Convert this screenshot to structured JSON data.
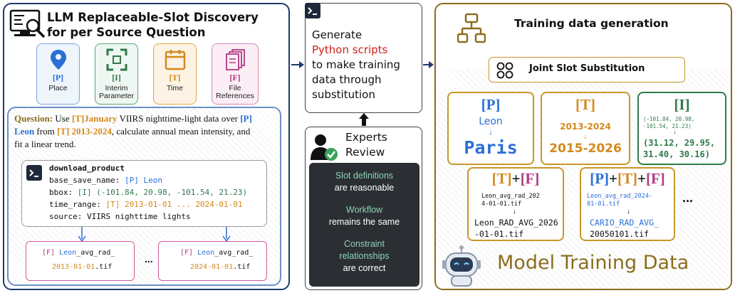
{
  "left": {
    "title_line1": "LLM Replaceable-Slot Discovery",
    "title_line2": "for per Source Question",
    "slots": [
      {
        "tag": "[P]",
        "label1": "Place",
        "label2": "",
        "color": "#2a6fd6",
        "border": "#7aa6d6",
        "bg": "#eef5fb",
        "icon": "location-pin-icon"
      },
      {
        "tag": "[I]",
        "label1": "Interim",
        "label2": "Parameter",
        "color": "#2f7a4a",
        "border": "#5aa37a",
        "bg": "#eef7f1",
        "icon": "focus-frame-icon"
      },
      {
        "tag": "[T]",
        "label1": "Time",
        "label2": "",
        "color": "#d4891c",
        "border": "#e6a84a",
        "bg": "#fdf3e4",
        "icon": "calendar-icon"
      },
      {
        "tag": "[F]",
        "label1": "File",
        "label2": "References",
        "color": "#b03a84",
        "border": "#d58ab8",
        "bg": "#fbeef5",
        "icon": "documents-icon"
      }
    ],
    "question": {
      "prefix": "Question:",
      "t1": " Use ",
      "tag_t": "[T]",
      "january": "January",
      "t2": " VIIRS nighttime-light data over ",
      "tag_p": "[P]",
      "leon": "Leon",
      "t3": " from ",
      "tag_t2": "[T]",
      "years": "2013-2024",
      "t4": ", calculate annual mean intensity, and",
      "line3": "fit a linear trend."
    },
    "code": {
      "func": "download_product",
      "l1_key": "base_save_name: ",
      "l1_tag": "[P]",
      "l1_val": "Leon",
      "l2_key": "bbox: ",
      "l2_tag": "[I]",
      "l2_val": "(-101.84, 20.98, -101.54, 21.23)",
      "l3_key": "time_range: ",
      "l3_tag": "[T]",
      "l3_val": "2013-01-01 ... 2024-01-01",
      "l4": "source: VIIRS nighttime lights"
    },
    "files": [
      {
        "tag": "[F]",
        "name": "Leon",
        "rest": "_avg_rad_",
        "date": "2013-01-01",
        "ext": ".tif"
      },
      {
        "tag": "[F]",
        "name": "Leon",
        "rest": "_avg_rad_",
        "date": "2024-01-01",
        "ext": ".tif"
      }
    ],
    "ellipsis": "..."
  },
  "middle": {
    "gen_line1": "Generate",
    "gen_line2": "Python scripts",
    "gen_line3": "to make training",
    "gen_line4": "data through",
    "gen_line5": "substitution",
    "expert_title1": "Experts",
    "expert_title2": "Review",
    "review": [
      {
        "a": "Slot definitions",
        "b": "are reasonable"
      },
      {
        "a": "Workflow",
        "b": "remains the same"
      },
      {
        "a": "Constraint",
        "a2": "relationships",
        "b": "are correct"
      }
    ]
  },
  "right": {
    "title": "Training data generation",
    "joint": "Joint Slot Substitution",
    "place_card": {
      "tag": "[P]",
      "from": "Leon",
      "to": "Paris"
    },
    "time_card": {
      "tag": "[T]",
      "from": "2013-2024",
      "to": "2015-2026"
    },
    "interim_card": {
      "tag": "[I]",
      "from1": "(-101.84, 20.98,",
      "from2": "-101.54, 21.23)",
      "to1": "(31.12, 29.95,",
      "to2": "31.40, 30.16)"
    },
    "tf_card": {
      "tag1": "[T]",
      "plus": "+",
      "tag2": "[F]",
      "from1": "Leon_avg_rad_202",
      "from2": "4-01-01.tif",
      "to1": "Leon_RAD_AVG_2026",
      "to2": "-01-01.tif"
    },
    "ptf_card": {
      "tag1": "[P]",
      "tag2": "[T]",
      "tag3": "[F]",
      "from1": "Leon_avg_rad_2024-",
      "from2": "01-01.tif",
      "to1": "CARIO_RAD_AVG_",
      "to2": "20050101.tif"
    },
    "ellipsis": "...",
    "model": "Model Training Data"
  },
  "colors": {
    "navy": "#1f3a6e",
    "gold": "#8a6d1c",
    "blue": "#2a6fd6",
    "orange": "#d4891c",
    "green": "#2f7a4a",
    "magenta": "#b03a84",
    "red": "#d0201a"
  }
}
